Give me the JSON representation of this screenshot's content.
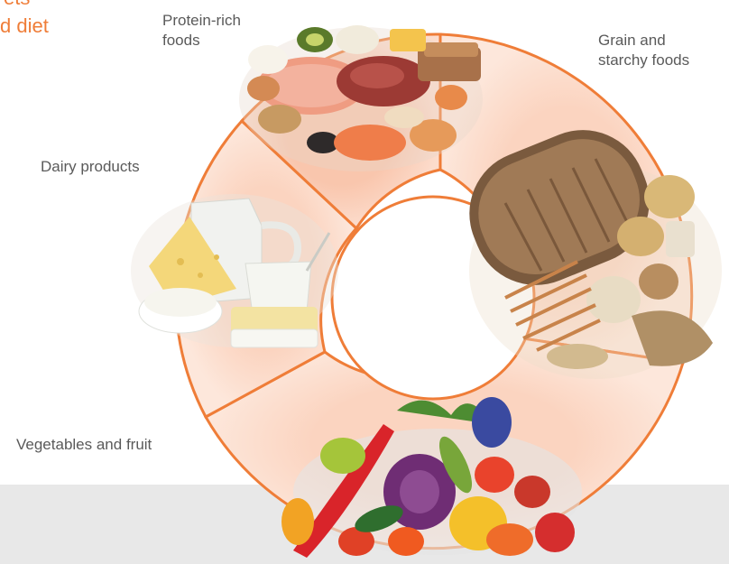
{
  "heading": {
    "line1": "ets",
    "line2": "d diet"
  },
  "colors": {
    "accent": "#ef7d38",
    "segment_light": "#fde5d8",
    "segment_dark": "#fbd2bd",
    "band": "#e8e8e8"
  },
  "segments": [
    {
      "label": "Protein-rich foods",
      "label_lines": [
        "Protein-rich",
        "foods"
      ],
      "illustration": "protein-foods-image"
    },
    {
      "label": "Grain and starchy foods",
      "label_lines": [
        "Grain and",
        "starchy foods"
      ],
      "illustration": "grain-starchy-foods-image"
    },
    {
      "label": "Vegetables and fruit",
      "label_lines": [
        "Vegetables and fruit"
      ],
      "illustration": "vegetables-fruit-image"
    },
    {
      "label": "Dairy products",
      "label_lines": [
        "Dairy products"
      ],
      "illustration": "dairy-products-image"
    }
  ]
}
